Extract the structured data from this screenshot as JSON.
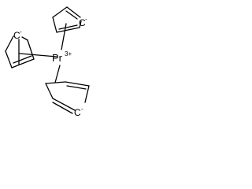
{
  "molecule": {
    "metal": {
      "symbol": "Pr",
      "charge": "3+"
    },
    "ligands": [
      {
        "atom": "C",
        "charge": "-"
      },
      {
        "atom": "C",
        "charge": "-"
      },
      {
        "atom": "C",
        "charge": "-"
      }
    ]
  }
}
